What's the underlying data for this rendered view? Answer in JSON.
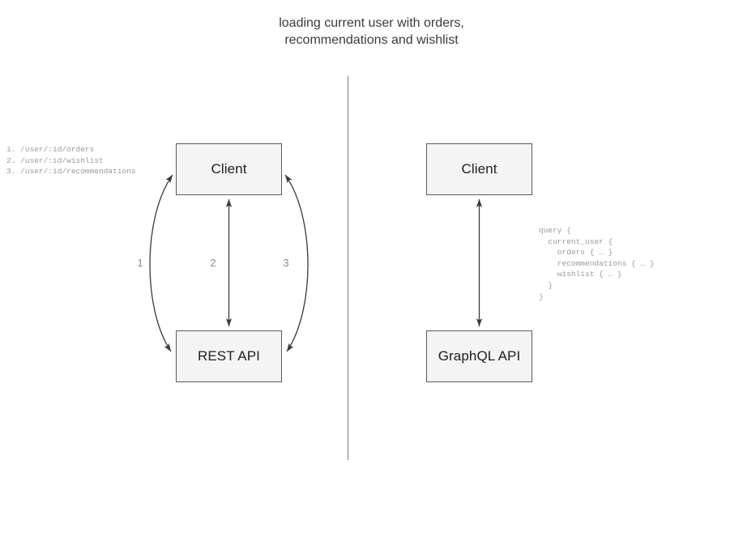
{
  "title": "loading current user with orders,\nrecommendations and wishlist",
  "divider": {
    "name": "vertical-divider",
    "color": "#7a7a7a"
  },
  "theme": {
    "background": "#ffffff",
    "node_fill": "#f4f4f4",
    "node_border": "#5a5a5a",
    "node_text": "#202020",
    "edge_stroke": "#3a3a3a",
    "annotation_text": "#9a9a9a",
    "title_text": "#3b3b3b"
  },
  "rest_side": {
    "client_label": "Client",
    "api_label": "REST API",
    "endpoints": "1. /user/:id/orders\n2. /user/:id/wishlist\n3. /user/:id/recommendations",
    "endpoint_items": [
      {
        "number": "1.",
        "path": "/user/:id/orders"
      },
      {
        "number": "2.",
        "path": "/user/:id/wishlist"
      },
      {
        "number": "3.",
        "path": "/user/:id/recommendations"
      }
    ],
    "edge_labels": [
      "1",
      "2",
      "3"
    ],
    "edges": [
      {
        "name": "rest-edge-1",
        "label": "1",
        "shape": "curved-left",
        "direction": "bidirectional"
      },
      {
        "name": "rest-edge-2",
        "label": "2",
        "shape": "straight",
        "direction": "bidirectional"
      },
      {
        "name": "rest-edge-3",
        "label": "3",
        "shape": "curved-right",
        "direction": "bidirectional"
      }
    ]
  },
  "graphql_side": {
    "client_label": "Client",
    "api_label": "GraphQL API",
    "query": "query {\n  current_user {\n    orders { … }\n    recommendations { … }\n    wishlist { … }\n  }\n}",
    "query_lines": [
      "query {",
      "  current_user {",
      "    orders { … }",
      "    recommendations { … }",
      "    wishlist { … }",
      "  }",
      "}"
    ],
    "edges": [
      {
        "name": "graphql-edge",
        "label": "",
        "shape": "straight",
        "direction": "bidirectional"
      }
    ]
  }
}
